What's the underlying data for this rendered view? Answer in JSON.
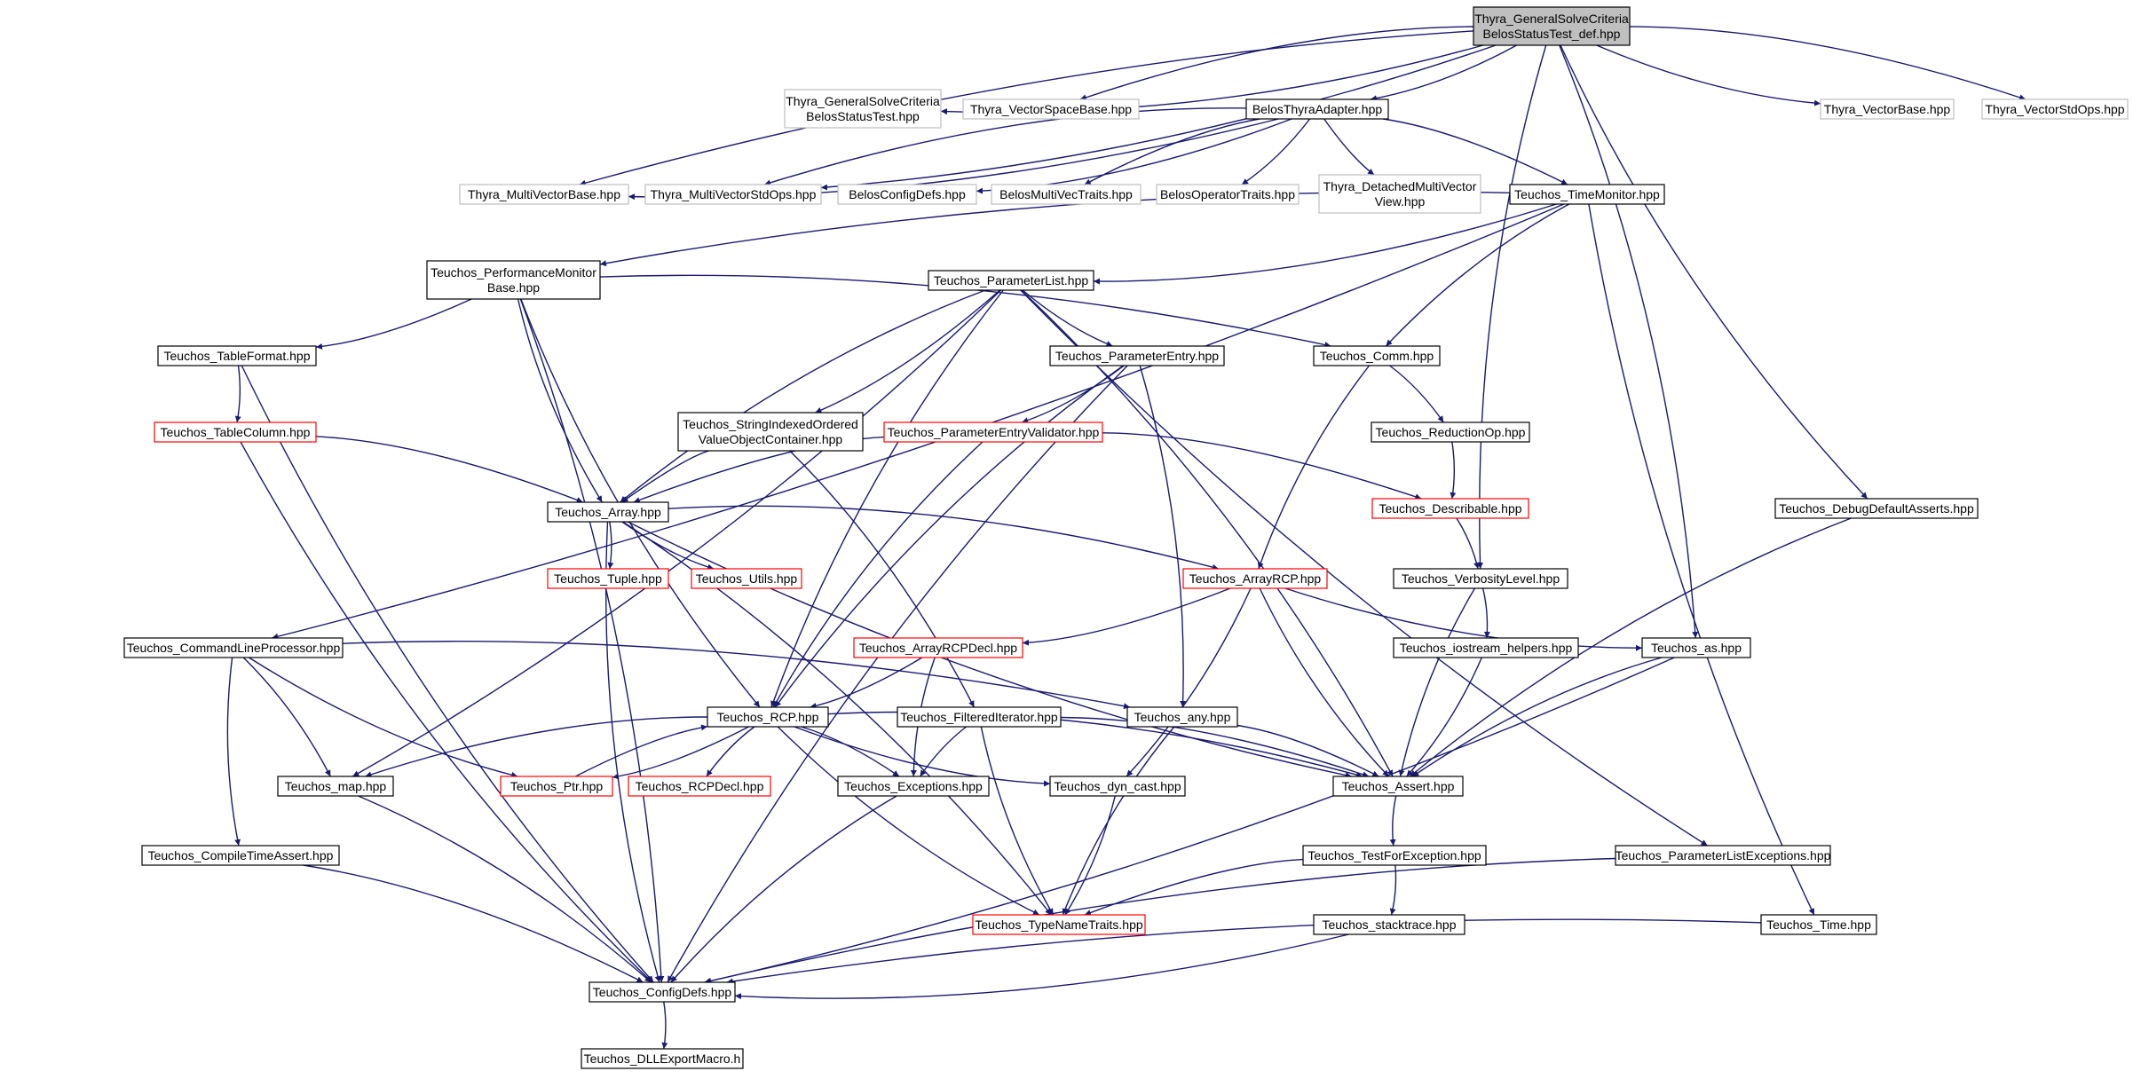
{
  "colors": {
    "edge": "#191970",
    "border_black": "#000000",
    "border_red": "#ff0000",
    "border_gray": "#bfbfbf",
    "root_fill": "#bfbfbf",
    "text": "#000000"
  },
  "nodes": [
    {
      "id": "root",
      "lines": [
        "Thyra_GeneralSolveCriteria",
        "BelosStatusTest_def.hpp"
      ],
      "style": "root"
    },
    {
      "id": "thyra_gscbst",
      "lines": [
        "Thyra_GeneralSolveCriteria",
        "BelosStatusTest.hpp"
      ],
      "style": "gray"
    },
    {
      "id": "thyra_vsb",
      "lines": [
        "Thyra_VectorSpaceBase.hpp"
      ],
      "style": "gray"
    },
    {
      "id": "belos_thyra_adapter",
      "lines": [
        "BelosThyraAdapter.hpp"
      ],
      "style": "black"
    },
    {
      "id": "thyra_vb",
      "lines": [
        "Thyra_VectorBase.hpp"
      ],
      "style": "gray"
    },
    {
      "id": "thyra_vso",
      "lines": [
        "Thyra_VectorStdOps.hpp"
      ],
      "style": "gray"
    },
    {
      "id": "thyra_mvb",
      "lines": [
        "Thyra_MultiVectorBase.hpp"
      ],
      "style": "gray"
    },
    {
      "id": "thyra_mvso",
      "lines": [
        "Thyra_MultiVectorStdOps.hpp"
      ],
      "style": "gray"
    },
    {
      "id": "belos_configdefs",
      "lines": [
        "BelosConfigDefs.hpp"
      ],
      "style": "gray"
    },
    {
      "id": "belos_mvt",
      "lines": [
        "BelosMultiVecTraits.hpp"
      ],
      "style": "gray"
    },
    {
      "id": "belos_ot",
      "lines": [
        "BelosOperatorTraits.hpp"
      ],
      "style": "gray"
    },
    {
      "id": "thyra_dmvv",
      "lines": [
        "Thyra_DetachedMultiVector",
        "View.hpp"
      ],
      "style": "gray"
    },
    {
      "id": "teuchos_timemonitor",
      "lines": [
        "Teuchos_TimeMonitor.hpp"
      ],
      "style": "black"
    },
    {
      "id": "teuchos_pmb",
      "lines": [
        "Teuchos_PerformanceMonitor",
        "Base.hpp"
      ],
      "style": "black"
    },
    {
      "id": "teuchos_parameterlist",
      "lines": [
        "Teuchos_ParameterList.hpp"
      ],
      "style": "black"
    },
    {
      "id": "teuchos_tableformat",
      "lines": [
        "Teuchos_TableFormat.hpp"
      ],
      "style": "black"
    },
    {
      "id": "teuchos_parameterentry",
      "lines": [
        "Teuchos_ParameterEntry.hpp"
      ],
      "style": "black"
    },
    {
      "id": "teuchos_comm",
      "lines": [
        "Teuchos_Comm.hpp"
      ],
      "style": "black"
    },
    {
      "id": "teuchos_tablecolumn",
      "lines": [
        "Teuchos_TableColumn.hpp"
      ],
      "style": "red"
    },
    {
      "id": "teuchos_siovoc",
      "lines": [
        "Teuchos_StringIndexedOrdered",
        "ValueObjectContainer.hpp"
      ],
      "style": "black"
    },
    {
      "id": "teuchos_pev",
      "lines": [
        "Teuchos_ParameterEntryValidator.hpp"
      ],
      "style": "red"
    },
    {
      "id": "teuchos_reductionop",
      "lines": [
        "Teuchos_ReductionOp.hpp"
      ],
      "style": "black"
    },
    {
      "id": "teuchos_array",
      "lines": [
        "Teuchos_Array.hpp"
      ],
      "style": "black"
    },
    {
      "id": "teuchos_describable",
      "lines": [
        "Teuchos_Describable.hpp"
      ],
      "style": "red"
    },
    {
      "id": "teuchos_dda",
      "lines": [
        "Teuchos_DebugDefaultAsserts.hpp"
      ],
      "style": "black"
    },
    {
      "id": "teuchos_tuple",
      "lines": [
        "Teuchos_Tuple.hpp"
      ],
      "style": "red"
    },
    {
      "id": "teuchos_utils",
      "lines": [
        "Teuchos_Utils.hpp"
      ],
      "style": "red"
    },
    {
      "id": "teuchos_arrayrcp",
      "lines": [
        "Teuchos_ArrayRCP.hpp"
      ],
      "style": "red"
    },
    {
      "id": "teuchos_verbositylevel",
      "lines": [
        "Teuchos_VerbosityLevel.hpp"
      ],
      "style": "black"
    },
    {
      "id": "teuchos_clp",
      "lines": [
        "Teuchos_CommandLineProcessor.hpp"
      ],
      "style": "black"
    },
    {
      "id": "teuchos_arrayrcpdecl",
      "lines": [
        "Teuchos_ArrayRCPDecl.hpp"
      ],
      "style": "red"
    },
    {
      "id": "teuchos_iostream_helpers",
      "lines": [
        "Teuchos_iostream_helpers.hpp"
      ],
      "style": "black"
    },
    {
      "id": "teuchos_as",
      "lines": [
        "Teuchos_as.hpp"
      ],
      "style": "black"
    },
    {
      "id": "teuchos_rcp",
      "lines": [
        "Teuchos_RCP.hpp"
      ],
      "style": "black"
    },
    {
      "id": "teuchos_filterediterator",
      "lines": [
        "Teuchos_FilteredIterator.hpp"
      ],
      "style": "black"
    },
    {
      "id": "teuchos_any",
      "lines": [
        "Teuchos_any.hpp"
      ],
      "style": "black"
    },
    {
      "id": "teuchos_map",
      "lines": [
        "Teuchos_map.hpp"
      ],
      "style": "black"
    },
    {
      "id": "teuchos_ptr",
      "lines": [
        "Teuchos_Ptr.hpp"
      ],
      "style": "red"
    },
    {
      "id": "teuchos_rcpdecl",
      "lines": [
        "Teuchos_RCPDecl.hpp"
      ],
      "style": "red"
    },
    {
      "id": "teuchos_exceptions",
      "lines": [
        "Teuchos_Exceptions.hpp"
      ],
      "style": "black"
    },
    {
      "id": "teuchos_dyn_cast",
      "lines": [
        "Teuchos_dyn_cast.hpp"
      ],
      "style": "black"
    },
    {
      "id": "teuchos_assert",
      "lines": [
        "Teuchos_Assert.hpp"
      ],
      "style": "black"
    },
    {
      "id": "teuchos_cta",
      "lines": [
        "Teuchos_CompileTimeAssert.hpp"
      ],
      "style": "black"
    },
    {
      "id": "teuchos_tfe",
      "lines": [
        "Teuchos_TestForException.hpp"
      ],
      "style": "black"
    },
    {
      "id": "teuchos_ple",
      "lines": [
        "Teuchos_ParameterListExceptions.hpp"
      ],
      "style": "black"
    },
    {
      "id": "teuchos_typenametraits",
      "lines": [
        "Teuchos_TypeNameTraits.hpp"
      ],
      "style": "red"
    },
    {
      "id": "teuchos_stacktrace",
      "lines": [
        "Teuchos_stacktrace.hpp"
      ],
      "style": "black"
    },
    {
      "id": "teuchos_time",
      "lines": [
        "Teuchos_Time.hpp"
      ],
      "style": "black"
    },
    {
      "id": "teuchos_configdefs",
      "lines": [
        "Teuchos_ConfigDefs.hpp"
      ],
      "style": "black"
    },
    {
      "id": "teuchos_dllexport",
      "lines": [
        "Teuchos_DLLExportMacro.h"
      ],
      "style": "black"
    }
  ],
  "edges": [
    [
      "root",
      "thyra_gscbst"
    ],
    [
      "root",
      "thyra_vsb"
    ],
    [
      "root",
      "belos_thyra_adapter"
    ],
    [
      "root",
      "thyra_vb"
    ],
    [
      "root",
      "thyra_vso"
    ],
    [
      "root",
      "thyra_mvb"
    ],
    [
      "root",
      "thyra_mvso"
    ],
    [
      "root",
      "teuchos_verbositylevel"
    ],
    [
      "root",
      "teuchos_as"
    ],
    [
      "root",
      "teuchos_dda"
    ],
    [
      "belos_thyra_adapter",
      "thyra_mvb"
    ],
    [
      "belos_thyra_adapter",
      "thyra_mvso"
    ],
    [
      "belos_thyra_adapter",
      "belos_configdefs"
    ],
    [
      "belos_thyra_adapter",
      "belos_mvt"
    ],
    [
      "belos_thyra_adapter",
      "belos_ot"
    ],
    [
      "belos_thyra_adapter",
      "thyra_dmvv"
    ],
    [
      "belos_thyra_adapter",
      "teuchos_timemonitor"
    ],
    [
      "teuchos_timemonitor",
      "teuchos_pmb"
    ],
    [
      "teuchos_timemonitor",
      "teuchos_parameterlist"
    ],
    [
      "teuchos_timemonitor",
      "teuchos_comm"
    ],
    [
      "teuchos_timemonitor",
      "teuchos_clp"
    ],
    [
      "teuchos_timemonitor",
      "teuchos_time"
    ],
    [
      "teuchos_pmb",
      "teuchos_tableformat"
    ],
    [
      "teuchos_pmb",
      "teuchos_array"
    ],
    [
      "teuchos_pmb",
      "teuchos_comm"
    ],
    [
      "teuchos_pmb",
      "teuchos_rcp"
    ],
    [
      "teuchos_pmb",
      "teuchos_configdefs"
    ],
    [
      "teuchos_parameterlist",
      "teuchos_parameterentry"
    ],
    [
      "teuchos_parameterlist",
      "teuchos_siovoc"
    ],
    [
      "teuchos_parameterlist",
      "teuchos_array"
    ],
    [
      "teuchos_parameterlist",
      "teuchos_map"
    ],
    [
      "teuchos_parameterlist",
      "teuchos_rcp"
    ],
    [
      "teuchos_parameterlist",
      "teuchos_assert"
    ],
    [
      "teuchos_parameterlist",
      "teuchos_ple"
    ],
    [
      "teuchos_tableformat",
      "teuchos_tablecolumn"
    ],
    [
      "teuchos_tableformat",
      "teuchos_configdefs"
    ],
    [
      "teuchos_tablecolumn",
      "teuchos_array"
    ],
    [
      "teuchos_tablecolumn",
      "teuchos_configdefs"
    ],
    [
      "teuchos_parameterentry",
      "teuchos_pev"
    ],
    [
      "teuchos_parameterentry",
      "teuchos_rcp"
    ],
    [
      "teuchos_parameterentry",
      "teuchos_any"
    ],
    [
      "teuchos_parameterentry",
      "teuchos_configdefs"
    ],
    [
      "teuchos_comm",
      "teuchos_reductionop"
    ],
    [
      "teuchos_comm",
      "teuchos_arrayrcp"
    ],
    [
      "teuchos_reductionop",
      "teuchos_describable"
    ],
    [
      "teuchos_siovoc",
      "teuchos_array"
    ],
    [
      "teuchos_siovoc",
      "teuchos_filterediterator"
    ],
    [
      "teuchos_pev",
      "teuchos_array"
    ],
    [
      "teuchos_pev",
      "teuchos_describable"
    ],
    [
      "teuchos_pev",
      "teuchos_rcp"
    ],
    [
      "teuchos_describable",
      "teuchos_verbositylevel"
    ],
    [
      "teuchos_dda",
      "teuchos_assert"
    ],
    [
      "teuchos_array",
      "teuchos_tuple"
    ],
    [
      "teuchos_array",
      "teuchos_utils"
    ],
    [
      "teuchos_array",
      "teuchos_arrayrcp"
    ],
    [
      "teuchos_array",
      "teuchos_assert"
    ],
    [
      "teuchos_array",
      "teuchos_typenametraits"
    ],
    [
      "teuchos_array",
      "teuchos_configdefs"
    ],
    [
      "teuchos_arrayrcp",
      "teuchos_arrayrcpdecl"
    ],
    [
      "teuchos_arrayrcp",
      "teuchos_as"
    ],
    [
      "teuchos_arrayrcp",
      "teuchos_dyn_cast"
    ],
    [
      "teuchos_arrayrcp",
      "teuchos_assert"
    ],
    [
      "teuchos_verbositylevel",
      "teuchos_iostream_helpers"
    ],
    [
      "teuchos_verbositylevel",
      "teuchos_assert"
    ],
    [
      "teuchos_clp",
      "teuchos_map"
    ],
    [
      "teuchos_clp",
      "teuchos_ptr"
    ],
    [
      "teuchos_clp",
      "teuchos_any"
    ],
    [
      "teuchos_clp",
      "teuchos_cta"
    ],
    [
      "teuchos_arrayrcpdecl",
      "teuchos_rcp"
    ],
    [
      "teuchos_arrayrcpdecl",
      "teuchos_exceptions"
    ],
    [
      "teuchos_iostream_helpers",
      "teuchos_assert"
    ],
    [
      "teuchos_as",
      "teuchos_assert"
    ],
    [
      "teuchos_as",
      "teuchos_configdefs"
    ],
    [
      "teuchos_rcp",
      "teuchos_map"
    ],
    [
      "teuchos_rcp",
      "teuchos_ptr"
    ],
    [
      "teuchos_rcp",
      "teuchos_rcpdecl"
    ],
    [
      "teuchos_rcp",
      "teuchos_exceptions"
    ],
    [
      "teuchos_rcp",
      "teuchos_dyn_cast"
    ],
    [
      "teuchos_rcp",
      "teuchos_assert"
    ],
    [
      "teuchos_rcp",
      "teuchos_typenametraits"
    ],
    [
      "teuchos_ptr",
      "teuchos_rcp"
    ],
    [
      "teuchos_filterediterator",
      "teuchos_exceptions"
    ],
    [
      "teuchos_filterediterator",
      "teuchos_assert"
    ],
    [
      "teuchos_filterediterator",
      "teuchos_typenametraits"
    ],
    [
      "teuchos_any",
      "teuchos_assert"
    ],
    [
      "teuchos_any",
      "teuchos_typenametraits"
    ],
    [
      "teuchos_map",
      "teuchos_configdefs"
    ],
    [
      "teuchos_exceptions",
      "teuchos_configdefs"
    ],
    [
      "teuchos_dyn_cast",
      "teuchos_typenametraits"
    ],
    [
      "teuchos_assert",
      "teuchos_tfe"
    ],
    [
      "teuchos_cta",
      "teuchos_configdefs"
    ],
    [
      "teuchos_tfe",
      "teuchos_typenametraits"
    ],
    [
      "teuchos_tfe",
      "teuchos_stacktrace"
    ],
    [
      "teuchos_ple",
      "teuchos_configdefs"
    ],
    [
      "teuchos_stacktrace",
      "teuchos_configdefs"
    ],
    [
      "teuchos_time",
      "teuchos_configdefs"
    ],
    [
      "teuchos_configdefs",
      "teuchos_dllexport"
    ]
  ]
}
